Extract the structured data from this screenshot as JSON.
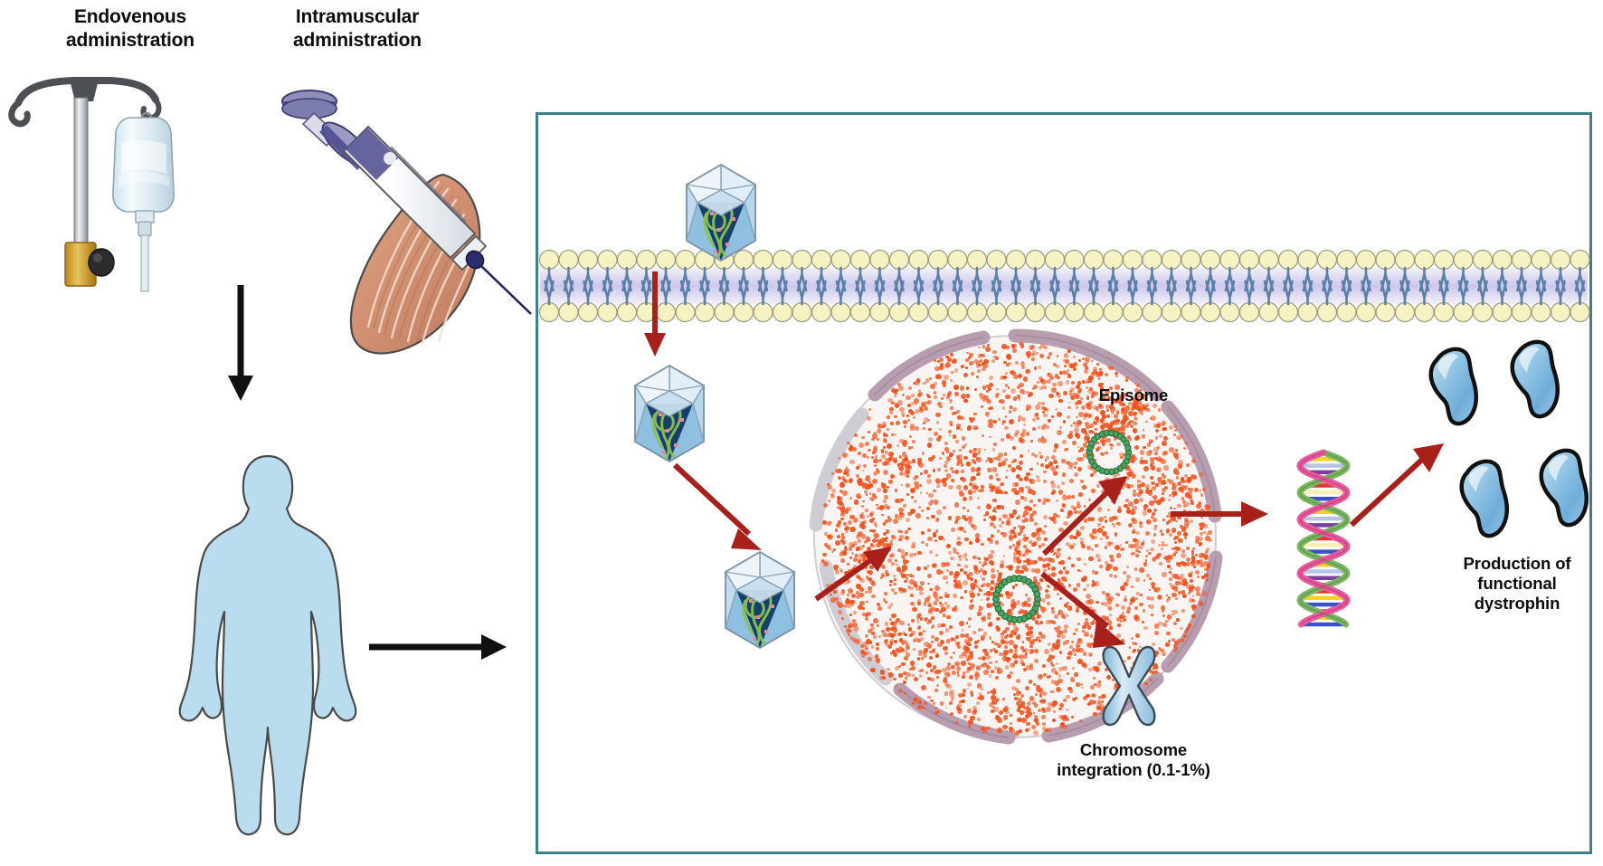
{
  "figure": {
    "type": "scientific-illustration",
    "topic": "AAV gene therapy delivery and dystrophin production",
    "panel_border_color": "#3f7f8a",
    "background": "#ffffff"
  },
  "labels": {
    "endovenous": "Endovenous\nadministration",
    "intramuscular": "Intramuscular\nadministration",
    "episome": "Episome",
    "chromosome_integration": "Chromosome\nintegration (0.1-1%)",
    "dystrophin": "Production of\nfunctional\ndystrophin"
  },
  "colors": {
    "panel_border": "#3f7f8a",
    "black_arrow": "#111111",
    "red_arrow": "#a8201a",
    "body_fill": "#b9ddef",
    "body_stroke": "#4a4a4a",
    "capsid_light": "#cfe3f2",
    "capsid_mid": "#8fc0e0",
    "capsid_dark": "#16406b",
    "capsid_dna": "#8cc152",
    "membrane_head": "#f7f2c4",
    "membrane_head_stroke": "#9a9a7a",
    "membrane_tail": "#5b7fa6",
    "membrane_core": "#ded9f2",
    "nucleus_fill": "#faf4f3",
    "nucleus_envelope": "#b89db0",
    "chromatin_dot": "#f4521d",
    "episome_green": "#2e8b4f",
    "chromosome_blue": "#a9d3ea",
    "dna_green": "#7cb661",
    "dna_pink": "#e8589c",
    "protein_blue": "#7fb8e0",
    "protein_stroke": "#111111",
    "muscle_fill": "#d69273",
    "muscle_stroke": "#4a4a4a",
    "syringe_purple": "#4e4d8f",
    "syringe_lavender": "#9a9ac4",
    "iv_pole": "#c9ced3",
    "iv_hook": "#4c5054",
    "iv_clamp": "#d6a836",
    "iv_bag": "#e9f4fa"
  },
  "elements": {
    "iv_stand": "iv-drip-stand",
    "syringe": "syringe",
    "muscle": "muscle-tissue",
    "human_body": "human-body-silhouette",
    "capsid_outside": "aav-capsid-extracellular",
    "capsid_inside": "aav-capsid-cytoplasm",
    "capsid_near_nucleus": "aav-capsid-near-nucleus",
    "membrane": "cell-membrane-lipid-bilayer",
    "nucleus": "cell-nucleus",
    "episome_top": "episome-dna-circle-top",
    "episome_left": "episome-dna-circle-left",
    "chromosome": "chromosome-x",
    "dna_helix": "dna-double-helix",
    "proteins": "dystrophin-proteins"
  },
  "arrows": {
    "vertical_black": "iv-to-body-arrow",
    "horizontal_black": "body-to-cell-arrow",
    "entry": "capsid-membrane-entry-arrow",
    "transport": "capsid-transport-arrow",
    "to_nucleus": "capsid-to-nucleus-arrow",
    "to_episome": "dna-to-episome-arrow",
    "to_chromosome": "dna-to-chromosome-arrow",
    "to_helix": "to-dna-helix-arrow",
    "to_protein": "helix-to-protein-arrow"
  }
}
